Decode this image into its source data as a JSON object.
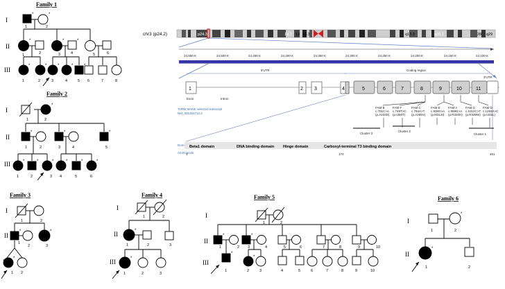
{
  "families": [
    {
      "title": "Family 1",
      "generations": [
        "I",
        "II",
        "III"
      ],
      "members": [
        {
          "num": "1",
          "sex": "M",
          "affected": true
        },
        {
          "num": "2",
          "sex": "F",
          "affected": false
        },
        {
          "num": "1",
          "sex": "F",
          "affected": true
        },
        {
          "num": "2",
          "sex": "M",
          "affected": false
        },
        {
          "num": "3",
          "sex": "F",
          "affected": true
        },
        {
          "num": "4",
          "sex": "M",
          "affected": false
        },
        {
          "num": "5",
          "sex": "F",
          "affected": false
        },
        {
          "num": "6",
          "sex": "M",
          "affected": false
        },
        {
          "num": "1",
          "sex": "F",
          "affected": true
        },
        {
          "num": "2",
          "sex": "F",
          "affected": true
        },
        {
          "num": "3",
          "sex": "F",
          "affected": true
        },
        {
          "num": "4",
          "sex": "F",
          "affected": true
        },
        {
          "num": "5",
          "sex": "M",
          "affected": true
        },
        {
          "num": "6",
          "sex": "M",
          "affected": false
        },
        {
          "num": "7",
          "sex": "M",
          "affected": false
        },
        {
          "num": "8",
          "sex": "F",
          "affected": false
        }
      ]
    },
    {
      "title": "Family 2",
      "generations": [
        "I",
        "II",
        "III"
      ],
      "members": [
        {
          "num": "1",
          "sex": "M",
          "affected": false,
          "deceased": true
        },
        {
          "num": "2",
          "sex": "F",
          "affected": true
        },
        {
          "num": "1",
          "sex": "M",
          "affected": true
        },
        {
          "num": "2",
          "sex": "F",
          "affected": false
        },
        {
          "num": "3",
          "sex": "M",
          "affected": true
        },
        {
          "num": "4",
          "sex": "F",
          "affected": false
        },
        {
          "num": "5",
          "sex": "M",
          "affected": true
        },
        {
          "num": "1",
          "sex": "F",
          "affected": true
        },
        {
          "num": "2",
          "sex": "M",
          "affected": true
        },
        {
          "num": "3",
          "sex": "F",
          "affected": true,
          "proband": true
        },
        {
          "num": "4",
          "sex": "F",
          "affected": true
        },
        {
          "num": "5",
          "sex": "M",
          "affected": true
        },
        {
          "num": "6",
          "sex": "F",
          "affected": true
        }
      ]
    },
    {
      "title": "Family 3",
      "generations": [
        "I",
        "II",
        "III"
      ],
      "members": [
        {
          "num": "1",
          "sex": "M",
          "affected": false,
          "deceased": true
        },
        {
          "num": "2",
          "sex": "F",
          "affected": false
        },
        {
          "num": "1",
          "sex": "M",
          "affected": true
        },
        {
          "num": "2",
          "sex": "F",
          "affected": false
        },
        {
          "num": "3",
          "sex": "F",
          "affected": true
        },
        {
          "num": "1",
          "sex": "F",
          "affected": true,
          "proband": true
        },
        {
          "num": "2",
          "sex": "F",
          "affected": false
        }
      ]
    },
    {
      "title": "Family 4",
      "generations": [
        "I",
        "II",
        "III"
      ],
      "members": [
        {
          "num": "1",
          "sex": "M",
          "affected": false,
          "deceased": true
        },
        {
          "num": "2",
          "sex": "F",
          "affected": false,
          "deceased": true
        },
        {
          "num": "1",
          "sex": "F",
          "affected": true
        },
        {
          "num": "2",
          "sex": "M",
          "affected": false
        },
        {
          "num": "3",
          "sex": "M",
          "affected": false
        },
        {
          "num": "1",
          "sex": "F",
          "affected": true,
          "proband": true
        },
        {
          "num": "2",
          "sex": "F",
          "affected": false
        },
        {
          "num": "3",
          "sex": "F",
          "affected": false
        }
      ]
    },
    {
      "title": "Family 5",
      "generations": [
        "I",
        "II",
        "III"
      ],
      "members": [
        {
          "num": "1",
          "sex": "M",
          "affected": false,
          "deceased": true
        },
        {
          "num": "2",
          "sex": "F",
          "affected": false,
          "deceased": true
        },
        {
          "num": "1",
          "sex": "M",
          "affected": true
        },
        {
          "num": "2",
          "sex": "F",
          "affected": false
        },
        {
          "num": "3",
          "sex": "M",
          "affected": true
        },
        {
          "num": "4",
          "sex": "F",
          "affected": false
        },
        {
          "num": "5",
          "sex": "M",
          "affected": false
        },
        {
          "num": "6",
          "sex": "F",
          "affected": false
        },
        {
          "num": "7",
          "sex": "M",
          "affected": false
        },
        {
          "num": "8",
          "sex": "F",
          "affected": false
        },
        {
          "num": "9",
          "sex": "M",
          "affected": false
        },
        {
          "num": "10",
          "sex": "F",
          "affected": false
        },
        {
          "num": "1",
          "sex": "M",
          "affected": true,
          "proband": true
        },
        {
          "num": "2",
          "sex": "F",
          "affected": true
        },
        {
          "num": "3",
          "sex": "F",
          "affected": false
        },
        {
          "num": "4",
          "sex": "M",
          "affected": false
        },
        {
          "num": "5",
          "sex": "M",
          "affected": false
        },
        {
          "num": "6",
          "sex": "F",
          "affected": false
        },
        {
          "num": "7",
          "sex": "F",
          "affected": false
        },
        {
          "num": "8",
          "sex": "F",
          "affected": false
        },
        {
          "num": "9",
          "sex": "M",
          "affected": false
        },
        {
          "num": "10",
          "sex": "F",
          "affected": false
        }
      ]
    },
    {
      "title": "Family 6",
      "generations": [
        "I",
        "II"
      ],
      "members": [
        {
          "num": "1",
          "sex": "M",
          "affected": false
        },
        {
          "num": "2",
          "sex": "F",
          "affected": false
        },
        {
          "num": "1",
          "sex": "F",
          "affected": true,
          "proband": true
        },
        {
          "num": "2",
          "sex": "M",
          "affected": false
        }
      ]
    }
  ],
  "gene_panel": {
    "chromosome_label": "chr3 (p24.2)",
    "band_labels": [
      "p24.3",
      "14.1",
      "13",
      "12.3",
      "q13.3",
      "q26.1",
      "28",
      "q29"
    ],
    "coordinates": [
      "24,550 K",
      "24,500 K",
      "24,450 K",
      "24,400 K",
      "24,350 K",
      "24,300 K",
      "24,250 K",
      "24,200 K",
      "24,150 K",
      "24,100 K"
    ],
    "utr5_label": "5'UTR",
    "utr3_label": "3'UTR",
    "coding_label": "Coding region",
    "exons": [
      "1",
      "2",
      "3",
      "4",
      "5",
      "6",
      "7",
      "8",
      "9",
      "10",
      "11"
    ],
    "exon_label": "Exon",
    "intron_label": "Intron",
    "transcript_label": "THRB MANE selected transcript",
    "transcript_id": "NM_001354712.2",
    "domains_label": "Domains",
    "aminoacids_label": "Aminoacids",
    "domains": [
      "Beta1 domain",
      "DNA binding domain",
      "Hinge domain",
      "Carboxyl-terminal T3 binding domain"
    ],
    "aa_positions": [
      "1",
      "174",
      "461"
    ],
    "variants": [
      {
        "fam": "FAM B",
        "cdna": "c.701C>A",
        "prot": "(p.A234D)"
      },
      {
        "fam": "FAM F",
        "cdna": "c.749T>C",
        "prot": "(p.I250T)"
      },
      {
        "fam": "FAM C",
        "cdna": "c.794A>T",
        "prot": "(p.A265V)"
      },
      {
        "fam": "FAM E",
        "cdna": "c.939G>A",
        "prot": "(p.M313I)"
      },
      {
        "fam": "FAM A",
        "cdna": "c.959G>A",
        "prot": "(p.R320H)"
      },
      {
        "fam": "FAM G",
        "cdna": "c.1012C>T",
        "prot": "(p.R338W)"
      },
      {
        "fam": "FAM D",
        "cdna": "c.1293A>C",
        "prot": "(p.I431L)"
      }
    ],
    "clusters": [
      "Cluster 3",
      "Cluster 2",
      "Cluster 1"
    ]
  }
}
